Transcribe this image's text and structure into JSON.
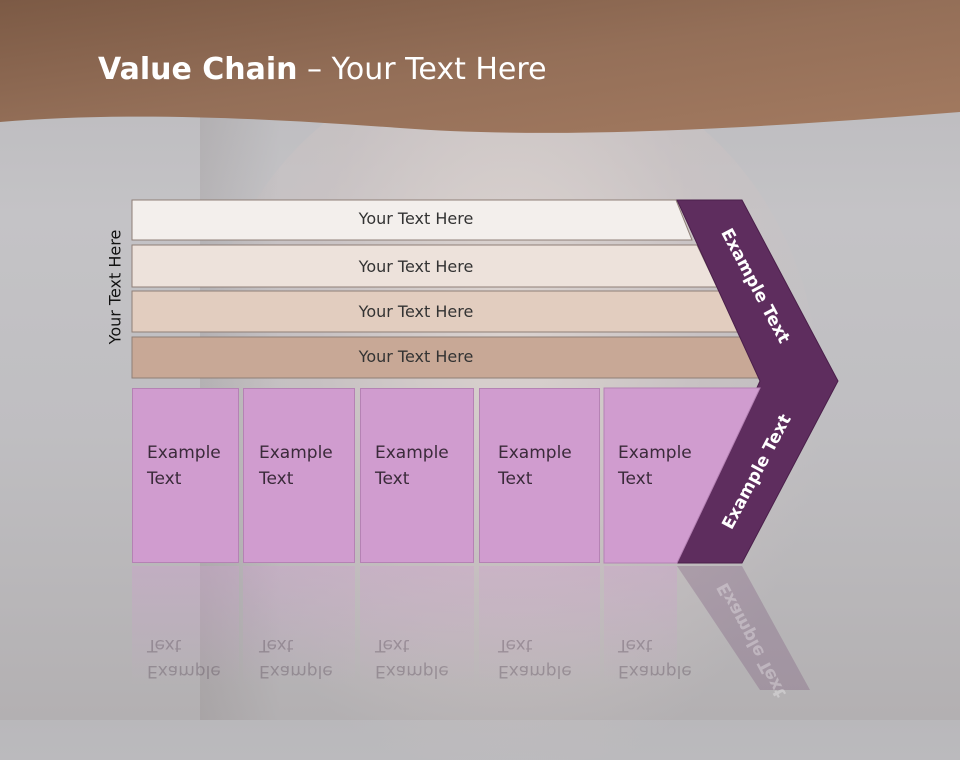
{
  "title": {
    "bold": "Value Chain",
    "rest": " – Your Text Here"
  },
  "side_label": "Your Text Here",
  "bars": [
    {
      "label": "Your Text Here",
      "color": "#f3efec"
    },
    {
      "label": "Your Text Here",
      "color": "#ede2db"
    },
    {
      "label": "Your Text Here",
      "color": "#e2cdbf"
    },
    {
      "label": "Your Text Here",
      "color": "#c8a896"
    }
  ],
  "boxes": [
    {
      "label": "Example Text"
    },
    {
      "label": "Example Text"
    },
    {
      "label": "Example Text"
    },
    {
      "label": "Example Text"
    },
    {
      "label": "Example Text"
    }
  ],
  "chevron": {
    "upper_label": "Example Text",
    "lower_label": "Example Text",
    "color": "#5e2d5e"
  },
  "colors": {
    "header": "#8b6a55",
    "box": "#d09ccf"
  }
}
